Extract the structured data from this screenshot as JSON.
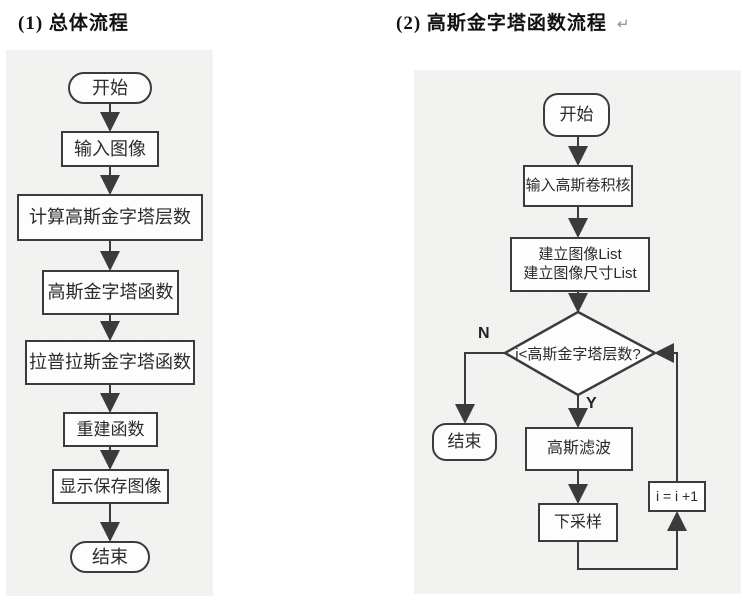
{
  "titles": {
    "left": "(1) 总体流程",
    "right": "(2) 高斯金字塔函数流程",
    "paragraph_mark": "↵"
  },
  "overall_flow": {
    "nodes": {
      "start": "开始",
      "input_image": "输入图像",
      "calc_levels": "计算高斯金字塔层数",
      "gaussian_pyramid": "高斯金字塔函数",
      "laplacian_pyramid": "拉普拉斯金字塔函数",
      "rebuild": "重建函数",
      "display_save": "显示保存图像",
      "end": "结束"
    }
  },
  "gaussian_flow": {
    "nodes": {
      "start": "开始",
      "input_kernel": "输入高斯卷积核",
      "build_list_1": "建立图像List",
      "build_list_2": "建立图像尺寸List",
      "condition": "i<高斯金字塔层数?",
      "no": "N",
      "yes": "Y",
      "end": "结束",
      "gaussian_filter": "高斯滤波",
      "downsample": "下采样",
      "increment": "i = i +1"
    }
  },
  "colors": {
    "line": "#3b3b3b",
    "shape_fill": "#fdfdfd",
    "panel_bg": "#f3f3f1",
    "text": "#2b2b2b"
  }
}
